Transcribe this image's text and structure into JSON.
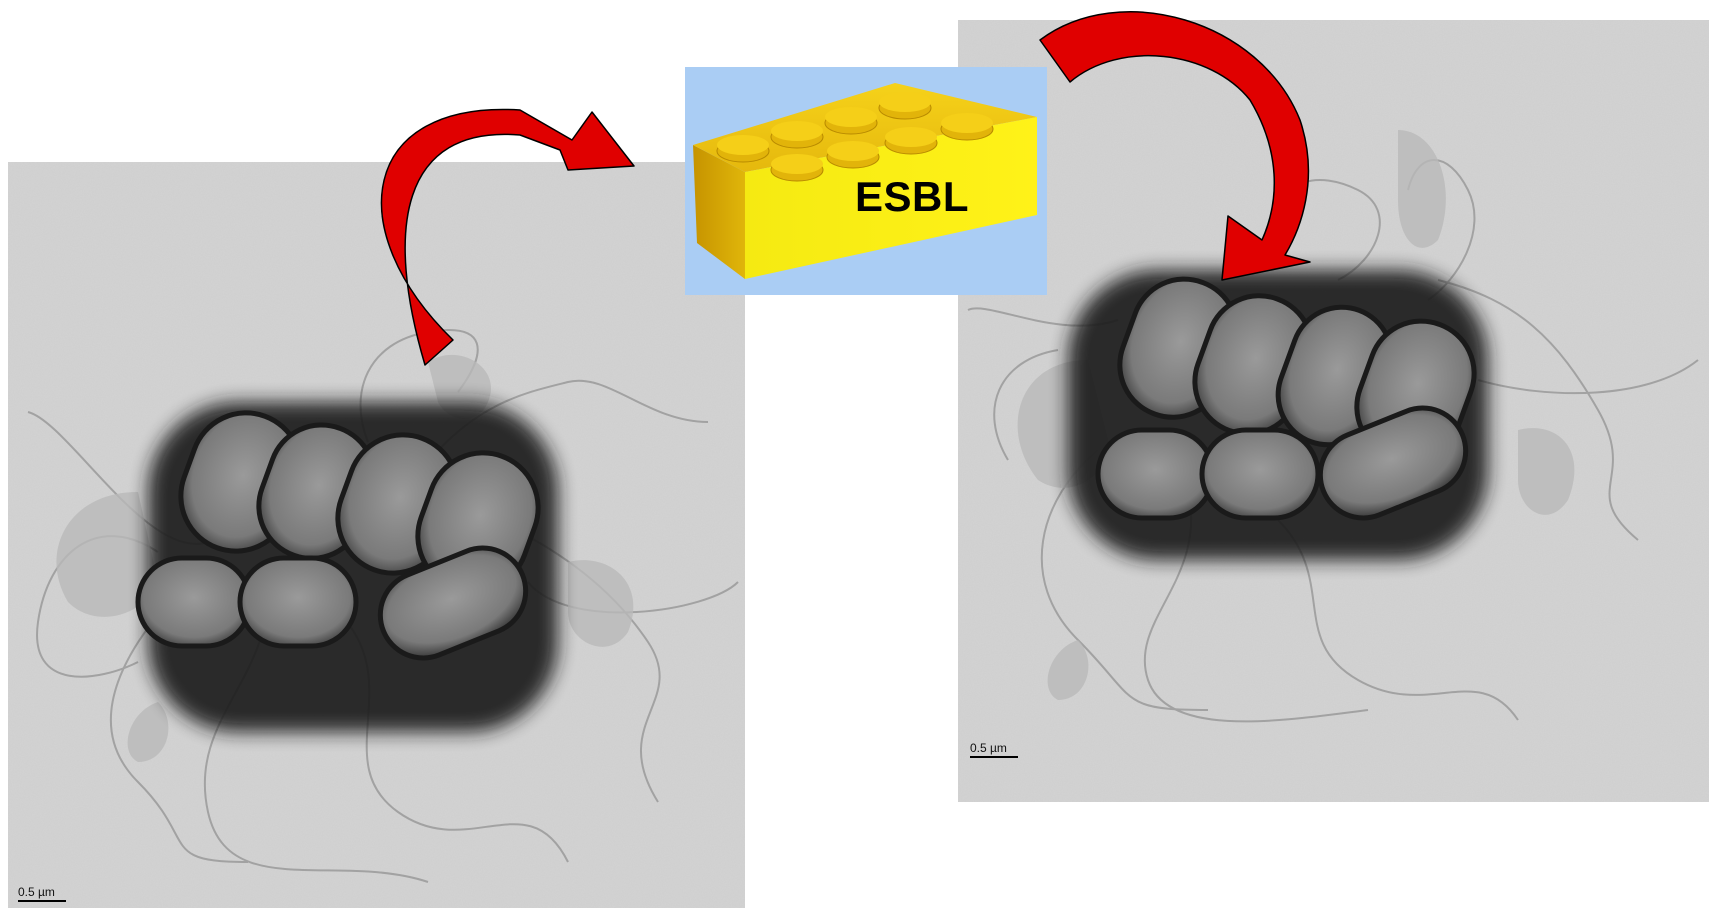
{
  "left_panel": {
    "scale_bar": "0.5 µm"
  },
  "right_panel": {
    "scale_bar": "0.5 µm"
  },
  "center_card": {
    "label": "ESBL"
  },
  "colors": {
    "micrograph_bg": "#d3d3d3",
    "cell_fill": "#8a8a8a",
    "cell_halo": "#141414",
    "brick_yellow": "#f4df0c",
    "card_bg": "#aacdf4",
    "arrow_red": "#e00000"
  }
}
